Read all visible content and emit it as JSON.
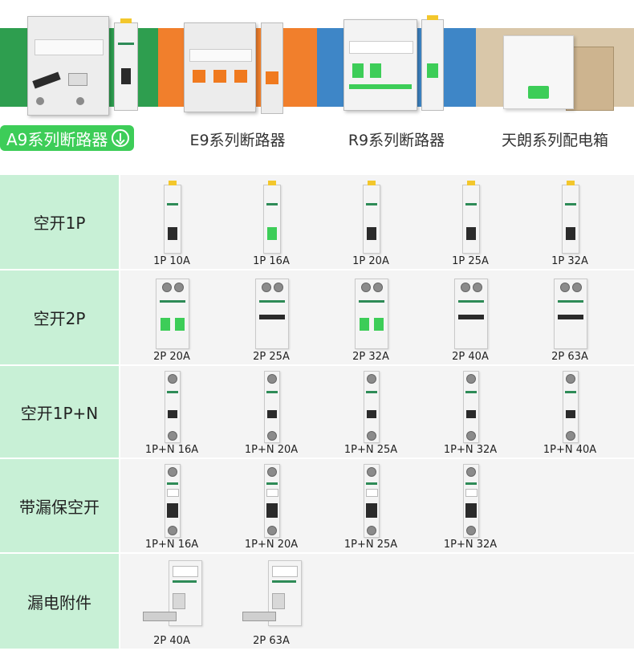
{
  "tabs": [
    {
      "label": "A9系列断路器",
      "active": true,
      "bg": "#2e9e4f"
    },
    {
      "label": "E9系列断路器",
      "active": false,
      "bg": "#f17f2c"
    },
    {
      "label": "R9系列断路器",
      "active": false,
      "bg": "#3e86c7"
    },
    {
      "label": "天朗系列配电箱",
      "active": false,
      "bg": "#d9c7a9"
    }
  ],
  "rows": [
    {
      "title": "空开1P",
      "items": [
        "1P 10A",
        "1P 16A",
        "1P 20A",
        "1P 25A",
        "1P 32A"
      ]
    },
    {
      "title": "空开2P",
      "items": [
        "2P 20A",
        "2P 25A",
        "2P 32A",
        "2P 40A",
        "2P 63A"
      ]
    },
    {
      "title": "空开1P+N",
      "items": [
        "1P+N 16A",
        "1P+N 20A",
        "1P+N 25A",
        "1P+N 32A",
        "1P+N 40A"
      ]
    },
    {
      "title": "带漏保空开",
      "items": [
        "1P+N 16A",
        "1P+N 20A",
        "1P+N 25A",
        "1P+N 32A"
      ]
    },
    {
      "title": "漏电附件",
      "items": [
        "2P 40A",
        "2P 63A"
      ]
    }
  ],
  "colors": {
    "accent": "#3dcd58",
    "row_header_bg": "#c8f0d6",
    "row_body_bg": "#f4f4f4"
  }
}
